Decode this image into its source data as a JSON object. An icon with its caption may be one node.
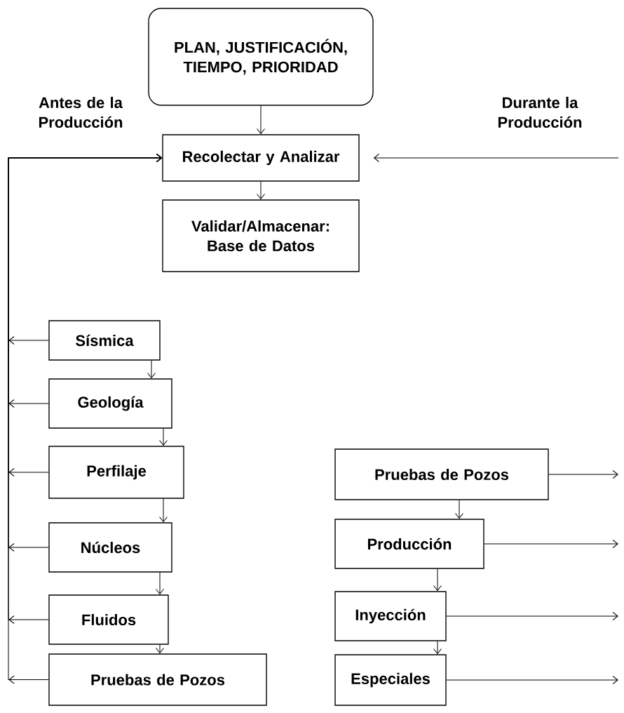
{
  "diagram": {
    "nodes": [
      {
        "text": [
          "PLAN, JUSTIFICACIÓN, TIEMPO, PRIORIDAD"
        ]
      },
      {
        "text": [
          "Recolectar y Analizar"
        ]
      },
      {
        "text": [
          "Validar/Almacenar: Base de Datos"
        ]
      },
      {
        "text": [
          "Sísmica"
        ]
      },
      {
        "text": [
          "Geología"
        ]
      },
      {
        "text": [
          "Perfilaje"
        ]
      },
      {
        "text": [
          "Núcleos"
        ]
      },
      {
        "text": [
          "Fluidos"
        ]
      },
      {
        "text": [
          "Pruebas de Pozos"
        ]
      },
      {
        "text": [
          "Pruebas de Pozos"
        ]
      },
      {
        "text": [
          "Producción"
        ]
      },
      {
        "text": [
          "Inyección"
        ]
      },
      {
        "text": [
          "Especiales"
        ]
      }
    ],
    "edges": [
      {
        "from": 0,
        "to": 1,
        "arrow": "to"
      },
      {
        "from": 1,
        "to": 2,
        "arrow": "to"
      },
      {
        "from": 3,
        "to": 1,
        "arrow": "to"
      },
      {
        "from": 4,
        "to": 1,
        "arrow": "to"
      },
      {
        "from": 5,
        "to": 1,
        "arrow": "to"
      },
      {
        "from": 6,
        "to": 1,
        "arrow": "to"
      },
      {
        "from": 7,
        "to": 1,
        "arrow": "to"
      },
      {
        "from": 8,
        "to": 1,
        "arrow": "to"
      },
      {
        "from": 3,
        "to": 4,
        "arrow": "to"
      },
      {
        "from": 4,
        "to": 5,
        "arrow": "to"
      },
      {
        "from": 5,
        "to": 6,
        "arrow": "to"
      },
      {
        "from": 6,
        "to": 7,
        "arrow": "to"
      },
      {
        "from": 7,
        "to": 8,
        "arrow": "to"
      },
      {
        "from": 9,
        "to": 10,
        "arrow": "to"
      },
      {
        "from": 10,
        "to": 11,
        "arrow": "to"
      },
      {
        "from": 11,
        "to": 12,
        "arrow": "to"
      },
      {
        "from": 9,
        "to": null,
        "arrow": "to"
      },
      {
        "from": 10,
        "to": null,
        "arrow": "to"
      },
      {
        "from": 11,
        "to": null,
        "arrow": "to"
      },
      {
        "from": 12,
        "to": null,
        "arrow": "to"
      },
      {
        "from": null,
        "to": 1,
        "arrow": "to"
      }
    ],
    "labels": [
      "Antes de la Producción",
      "Durante la Producción"
    ]
  }
}
